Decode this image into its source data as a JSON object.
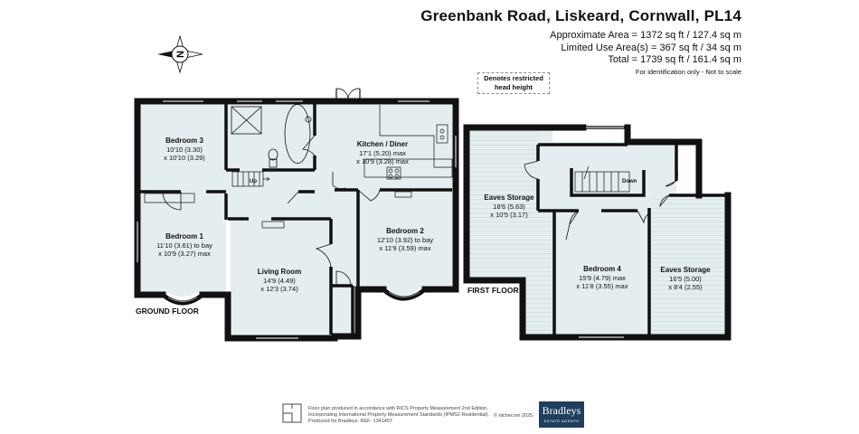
{
  "title": "Greenbank Road, Liskeard, Cornwall, PL14",
  "areas": {
    "approx": "Approximate Area = 1372 sq ft / 127.4 sq m",
    "limited": "Limited Use Area(s) = 367 sq ft / 34 sq m",
    "total": "Total = 1739 sq ft / 161.4 sq m",
    "note": "For identification only - Not to scale"
  },
  "restricted": {
    "line1": "Denotes restricted",
    "line2": "head height"
  },
  "compass_label": "N",
  "floors": {
    "ground": "GROUND FLOOR",
    "first": "FIRST FLOOR"
  },
  "rooms": {
    "bedroom3": {
      "name": "Bedroom 3",
      "dim1": "10'10 (3.30)",
      "dim2": "x 10'10 (3.29)"
    },
    "kitchen": {
      "name": "Kitchen / Diner",
      "dim1": "17'1 (5.20) max",
      "dim2": "x 10'9 (3.28) max"
    },
    "bedroom1": {
      "name": "Bedroom 1",
      "dim1": "11'10 (3.61) to bay",
      "dim2": "x 10'9 (3.27) max"
    },
    "bedroom2": {
      "name": "Bedroom 2",
      "dim1": "12'10 (3.92) to bay",
      "dim2": "x 11'9 (3.59) max"
    },
    "living": {
      "name": "Living Room",
      "dim1": "14'9 (4.49)",
      "dim2": "x 12'3 (3.74)"
    },
    "eaves1": {
      "name": "Eaves Storage",
      "dim1": "18'6 (5.63)",
      "dim2": "x 10'5 (3.17)"
    },
    "bedroom4": {
      "name": "Bedroom 4",
      "dim1": "15'9 (4.79) max",
      "dim2": "x 11'8 (3.55) max"
    },
    "eaves2": {
      "name": "Eaves Storage",
      "dim1": "16'5 (5.00)",
      "dim2": "x 8'4 (2.55)"
    }
  },
  "stairs": {
    "up": "Up",
    "down": "Down"
  },
  "footer": {
    "line1": "Floor plan produced in accordance with RICS Property Measurement 2nd Edition,",
    "line2": "Incorporating International Property Measurement Standards (IPMS2 Residential).",
    "line3": "Produced for Bradleys.   REF: 1341457",
    "copyright": "© ntchecom 2025"
  },
  "logo": {
    "name": "Bradleys",
    "tagline": "ESTATE AGENTS"
  },
  "colors": {
    "wall": "#111111",
    "room_fill": "#e4eef0",
    "logo_bg": "#1f3f5e"
  }
}
